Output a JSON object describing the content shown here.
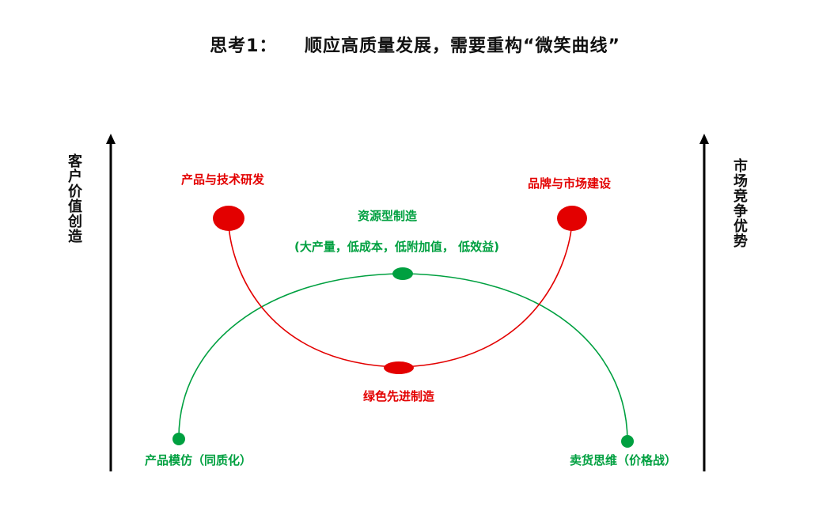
{
  "title": "思考1：    顺应高质量发展，需要重构“微笑曲线”",
  "left_axis_label": "客户价值创造",
  "right_axis_label": "市场竞争优势",
  "labels": {
    "product_rd": "产品与技术研发",
    "brand_market": "品牌与市场建设",
    "resource_mfg": "资源型制造",
    "resource_mfg_detail": "(大产量，低成本，低附加值， 低效益)",
    "green_mfg": "绿色先进制造",
    "imitation": "产品模仿（同质化）",
    "selling": "卖货思维（价格战）"
  },
  "colors": {
    "red": "#e30000",
    "green": "#00a040",
    "axis": "#000000"
  }
}
